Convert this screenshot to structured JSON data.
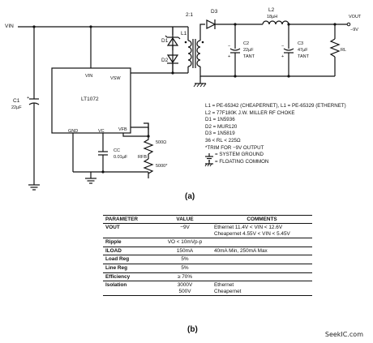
{
  "schematic": {
    "vin": "VIN",
    "vout": "VOUT",
    "vout_value": "−9V",
    "c1": "C1",
    "c1_value": "22µF",
    "ic": "LT1072",
    "pin_vin": "VIN",
    "pin_vsw": "VSW",
    "pin_gnd": "GND",
    "pin_vc": "VC",
    "pin_vfb": "VFB",
    "cc": "CC",
    "cc_value": "0.01µF",
    "rfb": "RFB",
    "r_500": "500Ω",
    "r_5000": "5000*",
    "d1": "D1",
    "d2": "D2",
    "d3": "D3",
    "l1": "L1",
    "ratio": "2:1",
    "l2": "L2",
    "l2_value": "18µH",
    "c2": "C2",
    "c2_value": "22µF",
    "c2_type": "TANT",
    "c3": "C3",
    "c3_value": "47µF",
    "c3_type": "TANT",
    "rl": "RL"
  },
  "notes": [
    "L1 = PE-65342 (CHEAPERNET), L1 = PE-65329 (ETHERNET)",
    "L2 = 77F180K J.W. MILLER RF CHOKE",
    "D1 = 1N5936",
    "D2 = MUR120",
    "D3 = 1N5819",
    "36 < RL < 225Ω",
    "*TRIM FOR −9V OUTPUT",
    "= SYSTEM GROUND",
    "= FLOATING COMMON"
  ],
  "captions": {
    "a": "(a)",
    "b": "(b)"
  },
  "table": {
    "headers": [
      "PARAMETER",
      "VALUE",
      "COMMENTS"
    ],
    "rows": [
      [
        "VOUT",
        "−9V",
        "Ethernet 11.4V < VIN < 12.6V\nCheapernet 4.55V < VIN < 5.45V"
      ],
      [
        "Ripple",
        "VO < 10mVp-p",
        ""
      ],
      [
        "ILOAD",
        "150mA",
        "40mA Min, 250mA Max"
      ],
      [
        "Load Reg",
        "5%",
        ""
      ],
      [
        "Line Reg",
        "5%",
        ""
      ],
      [
        "Efficiency",
        "≥ 70%",
        ""
      ],
      [
        "Isolation",
        "3000V\n500V",
        "Ethernet\nCheapernet"
      ]
    ]
  },
  "watermark": "SeekIC.com"
}
